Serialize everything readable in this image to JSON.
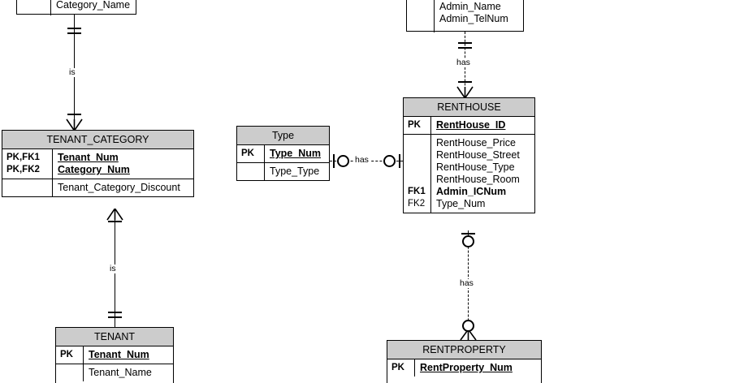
{
  "diagram": {
    "type": "entity-relationship-diagram",
    "notation": "crow's-foot / IDEF1X-style",
    "background_color": "#ffffff",
    "header_fill_color": "#cccccc",
    "line_color": "#000000"
  },
  "entities": [
    {
      "id": "category",
      "name": "",
      "clipped": "top",
      "groups": [
        {
          "key": "",
          "attributes": [
            {
              "label": "Category_Name",
              "style": "plain"
            }
          ]
        }
      ]
    },
    {
      "id": "admin",
      "name": "",
      "clipped": "top",
      "groups": [
        {
          "key": "",
          "attributes": [
            {
              "label": "Admin_Name",
              "style": "plain"
            },
            {
              "label": "Admin_TelNum",
              "style": "plain"
            }
          ]
        }
      ]
    },
    {
      "id": "tenant_category",
      "name": "TENANT_CATEGORY",
      "clipped": "none",
      "groups": [
        {
          "key": "PK,FK1\nPK,FK2",
          "keys": [
            "PK,FK1",
            "PK,FK2"
          ],
          "attributes": [
            {
              "label": "Tenant_Num",
              "style": "pk"
            },
            {
              "label": "Category_Num",
              "style": "pk"
            }
          ]
        },
        {
          "key": "",
          "keys": [],
          "attributes": [
            {
              "label": "Tenant_Category_Discount",
              "style": "plain"
            }
          ]
        }
      ]
    },
    {
      "id": "type",
      "name": "Type",
      "clipped": "none",
      "groups": [
        {
          "key": "PK",
          "keys": [
            "PK"
          ],
          "attributes": [
            {
              "label": "Type_Num",
              "style": "pk"
            }
          ]
        },
        {
          "key": "",
          "keys": [],
          "attributes": [
            {
              "label": "Type_Type",
              "style": "plain"
            }
          ]
        }
      ]
    },
    {
      "id": "renthouse",
      "name": "RENTHOUSE",
      "clipped": "none",
      "groups": [
        {
          "key": "PK",
          "keys": [
            "PK"
          ],
          "attributes": [
            {
              "label": "RentHouse_ID",
              "style": "pk"
            }
          ]
        },
        {
          "key": "",
          "keys": [
            "",
            "",
            "",
            "",
            "FK1",
            "FK2"
          ],
          "attributes": [
            {
              "label": "RentHouse_Price",
              "style": "plain"
            },
            {
              "label": "RentHouse_Street",
              "style": "plain"
            },
            {
              "label": "RentHouse_Type",
              "style": "plain"
            },
            {
              "label": "RentHouse_Room",
              "style": "plain"
            },
            {
              "label": "Admin_ICNum",
              "style": "bold"
            },
            {
              "label": "Type_Num",
              "style": "plain"
            }
          ]
        }
      ]
    },
    {
      "id": "tenant",
      "name": "TENANT",
      "clipped": "bottom",
      "groups": [
        {
          "key": "PK",
          "keys": [
            "PK"
          ],
          "attributes": [
            {
              "label": "Tenant_Num",
              "style": "pk"
            }
          ]
        },
        {
          "key": "",
          "keys": [],
          "attributes": [
            {
              "label": "Tenant_Name",
              "style": "plain"
            }
          ]
        }
      ]
    },
    {
      "id": "rentproperty",
      "name": "RENTPROPERTY",
      "clipped": "bottom",
      "groups": [
        {
          "key": "PK",
          "keys": [
            "PK"
          ],
          "attributes": [
            {
              "label": "RentProperty_Num",
              "style": "pk"
            }
          ]
        }
      ]
    }
  ],
  "relationships": [
    {
      "id": "category-to-tenant-category",
      "label": "is",
      "line": "solid",
      "from": "category",
      "to": "tenant_category",
      "from_cardinality": "one-and-only-one",
      "to_cardinality": "one-to-many"
    },
    {
      "id": "tenant-category-to-tenant",
      "label": "is",
      "line": "solid",
      "from": "tenant_category",
      "to": "tenant",
      "from_cardinality": "one-to-many",
      "to_cardinality": "one-and-only-one"
    },
    {
      "id": "admin-to-renthouse",
      "label": "has",
      "line": "dashed",
      "from": "admin",
      "to": "renthouse",
      "from_cardinality": "one-and-only-one",
      "to_cardinality": "one-to-many"
    },
    {
      "id": "type-to-renthouse",
      "label": "has",
      "line": "dashed",
      "from": "type",
      "to": "renthouse",
      "from_cardinality": "zero-or-one",
      "to_cardinality": "zero-or-one"
    },
    {
      "id": "renthouse-to-rentproperty",
      "label": "has",
      "line": "dashed",
      "from": "renthouse",
      "to": "rentproperty",
      "from_cardinality": "zero-or-one",
      "to_cardinality": "zero-to-many"
    }
  ]
}
